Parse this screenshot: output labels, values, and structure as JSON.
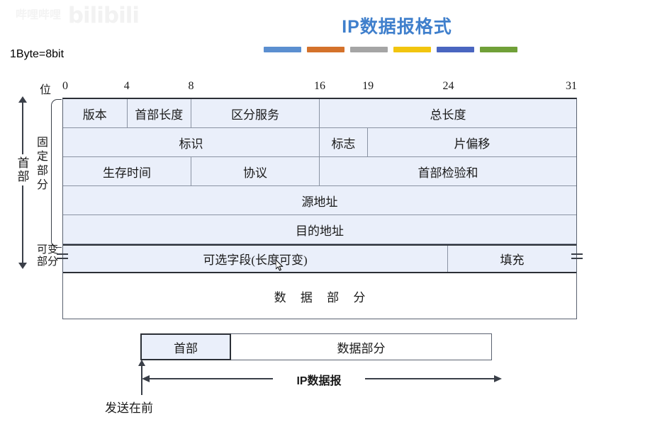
{
  "watermark": {
    "text": "bilibili",
    "prefix": "哔哩哔哩"
  },
  "title": {
    "text": "IP数据报格式"
  },
  "accent_bars": [
    {
      "name": "bar-blue",
      "color": "#5b8fd0"
    },
    {
      "name": "bar-orange",
      "color": "#d4722b"
    },
    {
      "name": "bar-gray",
      "color": "#a5a5a5"
    },
    {
      "name": "bar-yellow",
      "color": "#f2c50f"
    },
    {
      "name": "bar-darkblue",
      "color": "#4a66c0"
    },
    {
      "name": "bar-green",
      "color": "#70a038"
    }
  ],
  "notes": {
    "byte_equivalence": "1Byte=8bit"
  },
  "ruler": {
    "axis_label": "位",
    "ticks": [
      {
        "value": "0",
        "bit": 0
      },
      {
        "value": "4",
        "bit": 4
      },
      {
        "value": "8",
        "bit": 8
      },
      {
        "value": "16",
        "bit": 16
      },
      {
        "value": "19",
        "bit": 19
      },
      {
        "value": "24",
        "bit": 24
      },
      {
        "value": "31",
        "bit": 31
      }
    ]
  },
  "side_labels": {
    "header": "首部",
    "fixed_part": "固定部分",
    "variable_part": "可变部分"
  },
  "header_table": {
    "rows": [
      {
        "name": "row-1",
        "cells": [
          {
            "label": "版本",
            "bits": 4
          },
          {
            "label": "首部长度",
            "bits": 4
          },
          {
            "label": "区分服务",
            "bits": 8
          },
          {
            "label": "总长度",
            "bits": 16
          }
        ]
      },
      {
        "name": "row-2",
        "cells": [
          {
            "label": "标识",
            "bits": 16
          },
          {
            "label": "标志",
            "bits": 3
          },
          {
            "label": "片偏移",
            "bits": 13
          }
        ]
      },
      {
        "name": "row-3",
        "cells": [
          {
            "label": "生存时间",
            "bits": 8
          },
          {
            "label": "协议",
            "bits": 8
          },
          {
            "label": "首部检验和",
            "bits": 16
          }
        ]
      },
      {
        "name": "row-4",
        "cells": [
          {
            "label": "源地址",
            "bits": 32
          }
        ]
      },
      {
        "name": "row-5",
        "cells": [
          {
            "label": "目的地址",
            "bits": 32
          }
        ]
      },
      {
        "name": "row-6-options",
        "cells": [
          {
            "label": "可选字段(长度可变)",
            "bits": 24
          },
          {
            "label": "填充",
            "bits": 8
          }
        ]
      },
      {
        "name": "row-7-data",
        "cells": [
          {
            "label": "数 据 部 分",
            "bits": 32
          }
        ]
      }
    ]
  },
  "datagram_bar": {
    "header_label": "首部",
    "data_label": "数据部分",
    "span_label": "IP数据报",
    "send_first_label": "发送在前"
  },
  "colors": {
    "title": "#3f7fcc",
    "cell_fill": "#eaeffa",
    "grid_line": "#8a93a3",
    "heavy_line": "#2b2f36",
    "data_fill": "#ffffff"
  }
}
